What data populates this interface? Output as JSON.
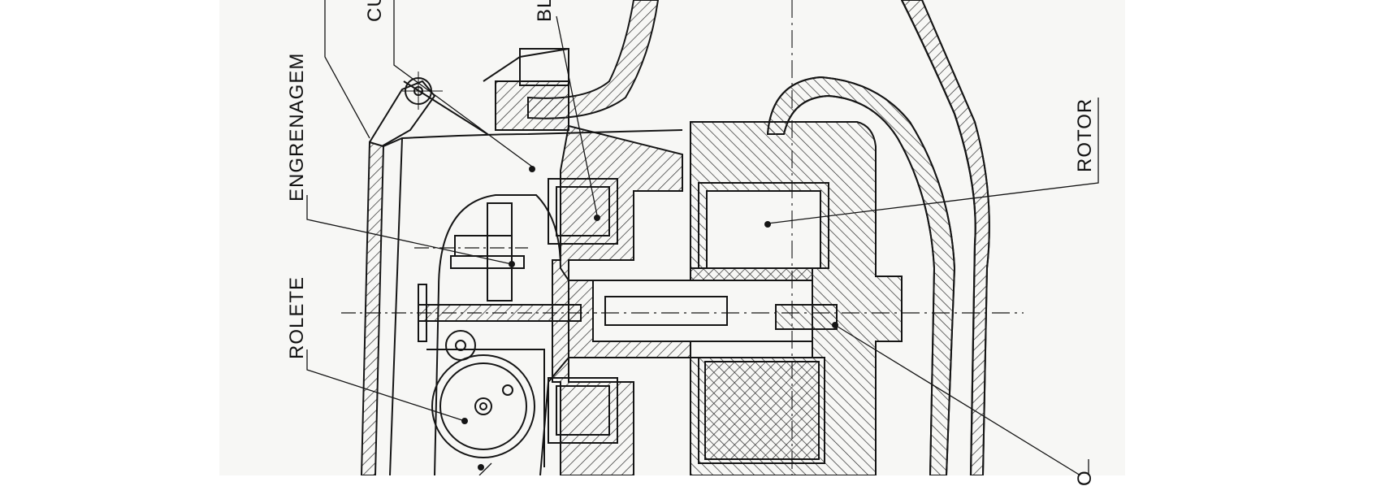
{
  "labels": {
    "cu": "CU",
    "bl": "BL",
    "engrenagem": "ENGRENAGEM",
    "rotor": "ROTOR",
    "rolete": "ROLETE",
    "corner_o": "O"
  },
  "colors": {
    "paper": "#f7f7f5",
    "ink": "#151515",
    "hatch": "#2a2a2a"
  }
}
